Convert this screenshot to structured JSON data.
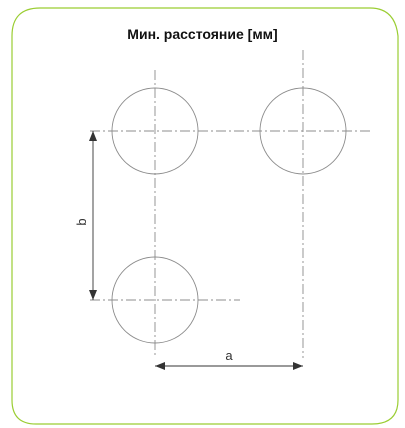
{
  "title": "Мин. расстояние [мм]",
  "dimension_a_label": "a",
  "dimension_b_label": "b",
  "colors": {
    "frame": "#9acd32",
    "lines": "#8c8c8c",
    "text": "#111111"
  }
}
